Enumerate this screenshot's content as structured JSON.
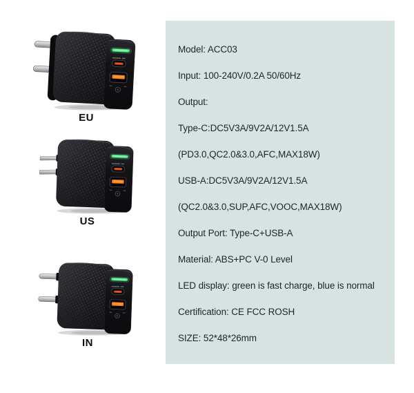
{
  "chargers": [
    {
      "id": "eu",
      "label": "EU",
      "plug_type": "round-pin-european-plug"
    },
    {
      "id": "us",
      "label": "US",
      "plug_type": "flat-blade-american-plug"
    },
    {
      "id": "in",
      "label": "IN",
      "plug_type": "round-pin-indian-plug"
    }
  ],
  "spec_panel": {
    "lines": [
      "Model: ACC03",
      "Input: 100-240V/0.2A 50/60Hz",
      "Output:",
      "Type-C:DC5V3A/9V2A/12V1.5A",
      "(PD3.0,QC2.0&3.0,AFC,MAX18W)",
      "USB-A:DC5V3A/9V2A/12V1.5A",
      "(QC2.0&3.0,SUP,AFC,VOOC,MAX18W)",
      "Output Port: Type-C+USB-A",
      "Material: ABS+PC V-0 Level",
      "LED display: green is fast charge, blue is normal",
      "Certification: CE FCC ROSH",
      "SIZE: 52*48*26mm"
    ]
  },
  "colors": {
    "panel_teal": "#d7e3e0",
    "spec_text": "#1e2427",
    "charger_body_black": "#17171a",
    "led_green": "#4fe685",
    "type_c_port_orange": "#c84418",
    "usb_a_port_orange": "#f07d16",
    "prong_metal": "#bcc0c2",
    "page_background": "#ffffff"
  }
}
